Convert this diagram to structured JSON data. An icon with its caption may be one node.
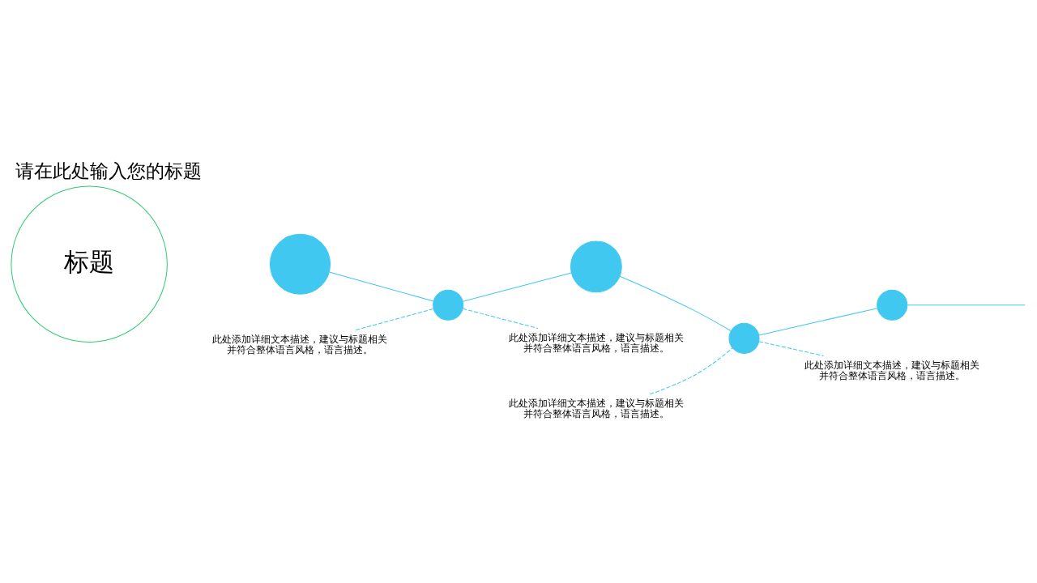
{
  "diagram": {
    "title": "请在此处输入您的标题",
    "nodes": [
      {
        "text": [
          "标题"
        ]
      },
      {
        "text": [],
        "shape": "circle"
      },
      {
        "text": [],
        "shape": "circle"
      },
      {
        "text": [],
        "shape": "circle"
      },
      {
        "text": [],
        "shape": "circle"
      },
      {
        "text": [],
        "shape": "circle"
      },
      {
        "text": [
          "此处添加详细文本描述，建议与标题相关并符合整体语言风格，语言描述。"
        ]
      },
      {
        "text": [
          "此处添加详细文本描述，建议与标题相关并符合整体语言风格，语言描述。"
        ]
      },
      {
        "text": [
          "此处添加详细文本描述，建议与标题相关并符合整体语言风格，语言描述。"
        ]
      },
      {
        "text": [
          "此处添加详细文本描述，建议与标题相关并符合整体语言风格，语言描述。"
        ]
      }
    ],
    "edges": [
      {
        "from": 1,
        "to": 2,
        "arrow": "none"
      },
      {
        "from": 2,
        "to": 3,
        "arrow": "none"
      },
      {
        "from": 3,
        "to": 4,
        "arrow": "none"
      },
      {
        "from": 4,
        "to": 5,
        "arrow": "none"
      },
      {
        "from": 5,
        "to": null,
        "arrow": "none"
      },
      {
        "from": 6,
        "to": 2,
        "arrow": "none",
        "style": "dashed"
      },
      {
        "from": 7,
        "to": 4,
        "arrow": "none",
        "style": "dashed"
      },
      {
        "from": 2,
        "to": 8,
        "arrow": "none",
        "style": "dashed"
      },
      {
        "from": 4,
        "to": 9,
        "arrow": "none",
        "style": "dashed"
      }
    ]
  }
}
